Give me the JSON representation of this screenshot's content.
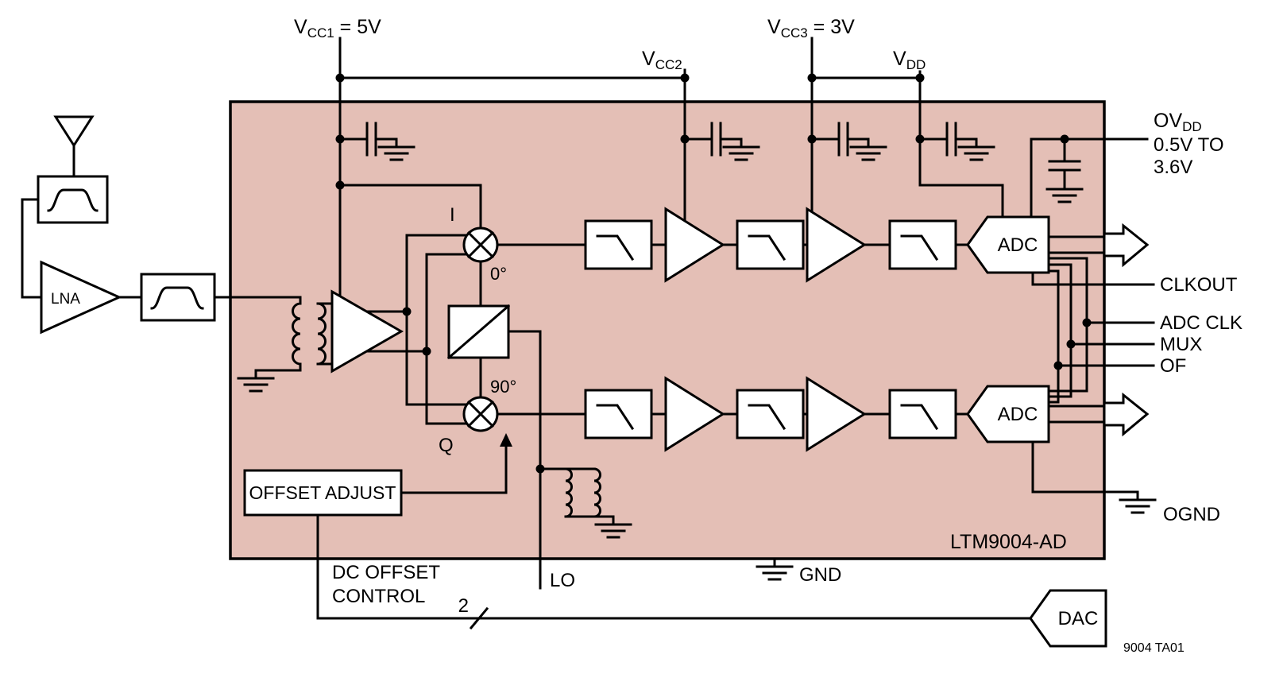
{
  "colors": {
    "background": "#ffffff",
    "module_fill": "#e4bfb6",
    "stroke": "#000000",
    "block_fill": "#ffffff"
  },
  "supplies": {
    "vcc1": {
      "base": "V",
      "sub": "CC1",
      "rest": " = 5V"
    },
    "vcc2": {
      "base": "V",
      "sub": "CC2"
    },
    "vcc3": {
      "base": "V",
      "sub": "CC3",
      "rest": " = 3V"
    },
    "vdd": {
      "base": "V",
      "sub": "DD"
    },
    "ovdd": {
      "base": "OV",
      "sub": "DD",
      "range1": "0.5V TO",
      "range2": "3.6V"
    }
  },
  "blocks": {
    "lna": "LNA",
    "adc_i": "ADC",
    "adc_q": "ADC",
    "offset_adjust": "OFFSET ADJUST",
    "dac": "DAC"
  },
  "signals": {
    "i": "I",
    "q": "Q",
    "phase0": "0°",
    "phase90": "90°",
    "lo": "LO",
    "gnd": "GND",
    "ognd": "OGND",
    "clkout": "CLKOUT",
    "adc_clk": "ADC CLK",
    "mux": "MUX",
    "of": "OF"
  },
  "control": {
    "dc_offset_line1": "DC OFFSET",
    "dc_offset_line2": "CONTROL",
    "bus_width": "2"
  },
  "annotations": {
    "part_number": "LTM9004-AD",
    "figure_id": "9004 TA01"
  }
}
